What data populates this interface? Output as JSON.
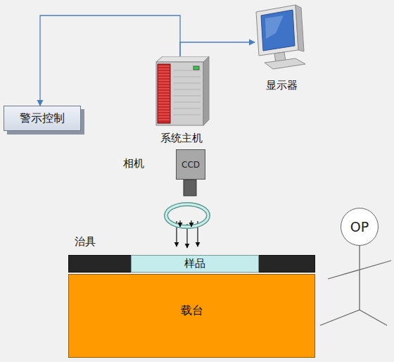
{
  "diagram": {
    "nodes": [
      {
        "text": [
          "显示器"
        ]
      },
      {
        "text": [
          "系统主机"
        ]
      },
      {
        "text": [
          "警示控制"
        ]
      },
      {
        "text": [
          "相机",
          "CCD"
        ]
      },
      {
        "text": [
          "治具"
        ]
      },
      {
        "text": [
          "样品"
        ],
        "in": 4
      },
      {
        "text": [
          "载台"
        ]
      },
      {
        "text": [
          "OP"
        ]
      }
    ],
    "edges": [
      {
        "from": 1,
        "to": 0,
        "arrow": "to"
      },
      {
        "from": 1,
        "to": 2,
        "arrow": "to"
      }
    ]
  }
}
